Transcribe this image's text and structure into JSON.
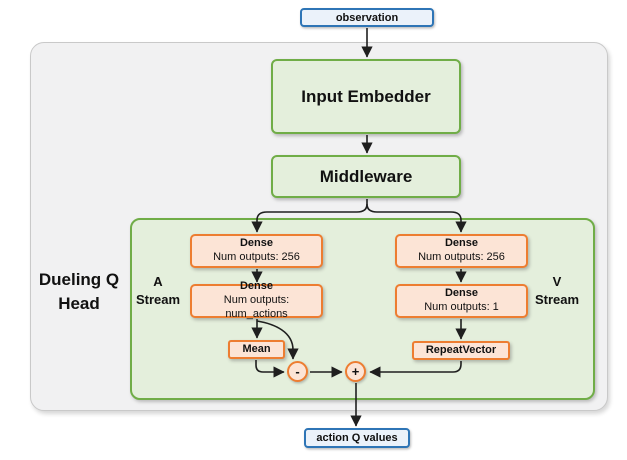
{
  "diagram": {
    "observation_label": "observation",
    "output_label": "action Q values",
    "input_embedder_label": "Input Embedder",
    "middleware_label": "Middleware",
    "head_label": "Dueling Q\nHead",
    "a_stream_label": "A\nStream",
    "v_stream_label": "V\nStream",
    "a_stream": {
      "dense1": {
        "title": "Dense",
        "subtitle": "Num outputs: 256"
      },
      "dense2": {
        "title": "Dense",
        "subtitle": "Num outputs: num_actions"
      },
      "mean_label": "Mean",
      "minus_op": "-"
    },
    "v_stream": {
      "dense1": {
        "title": "Dense",
        "subtitle": "Num outputs: 256"
      },
      "dense2": {
        "title": "Dense",
        "subtitle": "Num outputs: 1"
      },
      "repeat_vector_label": "RepeatVector",
      "plus_op": "+"
    },
    "colors": {
      "blue_border": "#2e75b6",
      "blue_fill": "#ebf2fa",
      "green_border": "#70ad47",
      "green_fill": "#e4efdc",
      "orange_border": "#ed7d31",
      "orange_fill": "#fce4d6",
      "panel_fill": "#f1f1f2",
      "panel_border": "#c9c9c9",
      "wire": "#1f1f1f"
    }
  }
}
